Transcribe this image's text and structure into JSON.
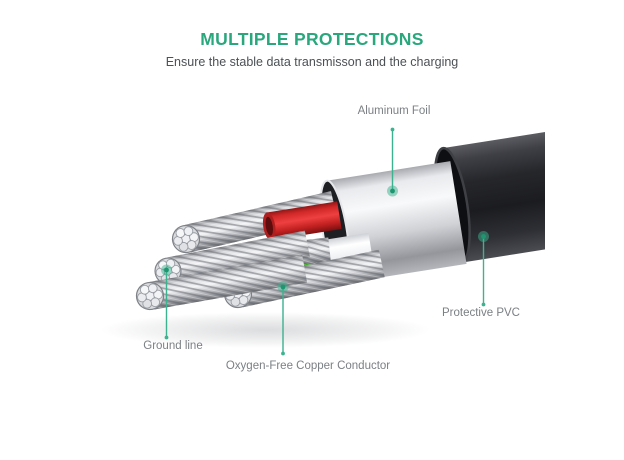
{
  "header": {
    "title": "MULTIPLE PROTECTIONS",
    "subtitle": "Ensure the stable data transmisson and the charging"
  },
  "callouts": [
    {
      "label": "Aluminum Foil",
      "target": "aluminum-foil-layer"
    },
    {
      "label": "Protective PVC",
      "target": "cable-jacket"
    },
    {
      "label": "Ground line",
      "target": "ground-strand-bundle"
    },
    {
      "label": "Oxygen-Free Copper Conductor",
      "target": "copper-strand-bundle"
    }
  ],
  "colors": {
    "title_green": "#2AA77D",
    "callout_green": "#3CB28E",
    "subtitle_gray": "#4C5156",
    "label_gray": "#7B8084",
    "jacket_black": "#2A2B2F",
    "foil_silver": "#D9DBDE",
    "wire_red": "#E03030",
    "wire_white": "#F4F5F7",
    "wire_green": "#2E9A1D",
    "strand_silver": "#C9CBD0",
    "background": "#FFFFFF"
  }
}
